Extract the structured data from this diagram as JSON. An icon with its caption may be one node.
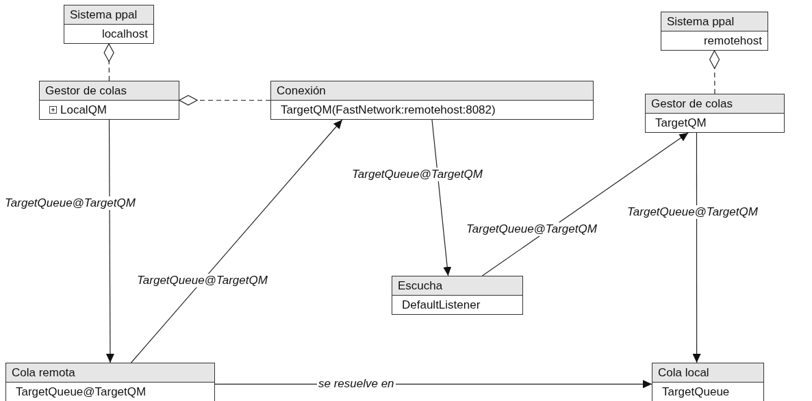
{
  "diagram": {
    "nodes": [
      {
        "text": [
          "Sistema ppal",
          "localhost"
        ]
      },
      {
        "text": [
          "Gestor de colas",
          "LocalQM"
        ]
      },
      {
        "text": [
          "Conexión",
          "TargetQM(FastNetwork:remotehost:8082)"
        ]
      },
      {
        "text": [
          "Sistema ppal",
          "remotehost"
        ]
      },
      {
        "text": [
          "Gestor de colas",
          "TargetQM"
        ]
      },
      {
        "text": [
          "Escucha",
          "DefaultListener"
        ]
      },
      {
        "text": [
          "Cola remota",
          "TargetQueue@TargetQM"
        ]
      },
      {
        "text": [
          "Cola local",
          "TargetQueue"
        ]
      }
    ],
    "edges": [
      {
        "from": 1,
        "to": 0,
        "arrow": "other",
        "style": "dashed"
      },
      {
        "from": 2,
        "to": 1,
        "arrow": "other",
        "style": "dashed"
      },
      {
        "from": 4,
        "to": 3,
        "arrow": "other",
        "style": "dashed"
      },
      {
        "from": 1,
        "to": 6,
        "arrow": "to",
        "label": "TargetQueue@TargetQM"
      },
      {
        "from": 6,
        "to": 2,
        "arrow": "to",
        "label": "TargetQueue@TargetQM"
      },
      {
        "from": 2,
        "to": 5,
        "arrow": "to",
        "label": "TargetQueue@TargetQM"
      },
      {
        "from": 5,
        "to": 4,
        "arrow": "to",
        "label": "TargetQueue@TargetQM"
      },
      {
        "from": 4,
        "to": 7,
        "arrow": "to",
        "label": "TargetQueue@TargetQM"
      },
      {
        "from": 6,
        "to": 7,
        "arrow": "to",
        "label": "se resuelve en"
      }
    ]
  }
}
